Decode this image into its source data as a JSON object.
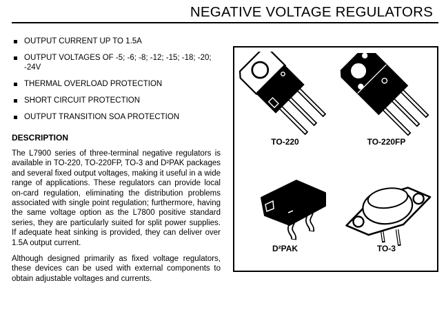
{
  "page": {
    "title": "NEGATIVE VOLTAGE REGULATORS"
  },
  "features": {
    "items": [
      "OUTPUT CURRENT UP TO 1.5A",
      "OUTPUT VOLTAGES OF -5; -6; -8; -12; -15; -18; -20; -24V",
      "THERMAL OVERLOAD PROTECTION",
      "SHORT CIRCUIT PROTECTION",
      "OUTPUT TRANSITION SOA PROTECTION"
    ]
  },
  "description": {
    "heading": "DESCRIPTION",
    "paragraphs": [
      "The L7900 series of three-terminal negative regulators is available in TO-220, TO-220FP, TO-3 and D²PAK packages and several fixed output voltages, making it useful in a wide range of applications. These regulators can provide local on-card regulation, eliminating the distribution problems associated with single point regulation; furthermore, having the same voltage option as the L7800 positive standard series, they are particularly suited for split power supplies. If adequate heat sinking is provided, they can deliver over 1.5A output current.",
      "Although designed primarily as fixed voltage regulators, these devices can be used with external components to obtain adjustable voltages and currents."
    ]
  },
  "packages": {
    "labels": [
      "TO-220",
      "TO-220FP",
      "D²PAK",
      "TO-3"
    ]
  },
  "colors": {
    "ink": "#000000",
    "paper": "#ffffff"
  }
}
